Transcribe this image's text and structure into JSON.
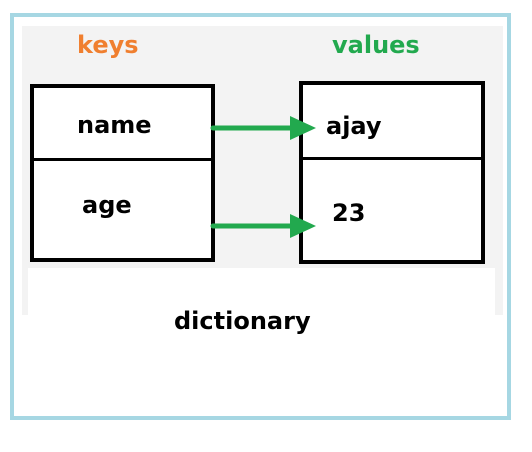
{
  "headings": {
    "keys": "keys",
    "values": "values"
  },
  "keys": [
    "name",
    "age"
  ],
  "values": [
    "ajay",
    "23"
  ],
  "caption": "dictionary",
  "colors": {
    "keys_heading": "#f07f2f",
    "values_heading": "#22a94e",
    "arrow": "#22a94e",
    "frame_border": "#a6d7e3",
    "box_border": "#000000"
  }
}
